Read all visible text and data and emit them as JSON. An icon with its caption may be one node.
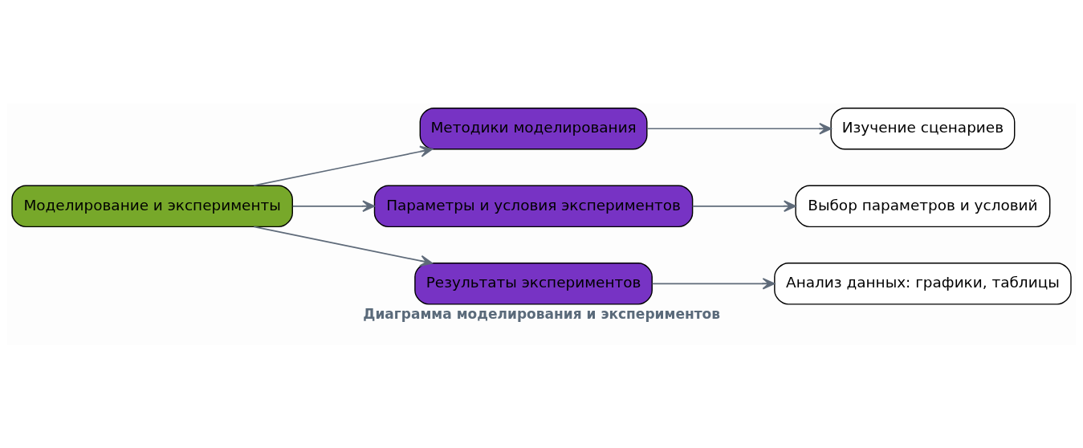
{
  "diagram": {
    "caption": "Диаграмма моделирования и экспериментов",
    "nodes": [
      {
        "text": [
          "Моделирование и эксперименты"
        ]
      },
      {
        "text": [
          "Методики моделирования"
        ]
      },
      {
        "text": [
          "Параметры и условия экспериментов"
        ]
      },
      {
        "text": [
          "Результаты экспериментов"
        ]
      },
      {
        "text": [
          "Изучение сценариев"
        ]
      },
      {
        "text": [
          "Выбор параметров и условий"
        ]
      },
      {
        "text": [
          "Анализ данных: графики, таблицы"
        ]
      }
    ],
    "edges": [
      {
        "from": 0,
        "to": 1,
        "arrow": "to"
      },
      {
        "from": 0,
        "to": 2,
        "arrow": "to"
      },
      {
        "from": 0,
        "to": 3,
        "arrow": "to"
      },
      {
        "from": 1,
        "to": 4,
        "arrow": "to"
      },
      {
        "from": 2,
        "to": 5,
        "arrow": "to"
      },
      {
        "from": 3,
        "to": 6,
        "arrow": "to"
      }
    ]
  }
}
